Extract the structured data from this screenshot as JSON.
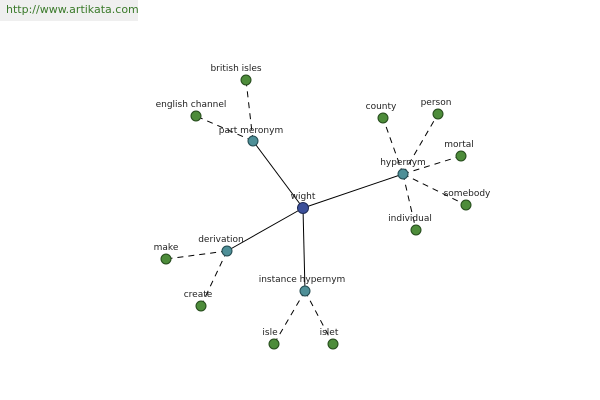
{
  "site_link": "http://www.artikata.com",
  "graph": {
    "root": "wight",
    "nodes": [
      {
        "id": "wight",
        "label": "wight",
        "kind": "root"
      },
      {
        "id": "part_meronym",
        "label": "part meronym",
        "kind": "relation"
      },
      {
        "id": "hypernym",
        "label": "hypernym",
        "kind": "relation"
      },
      {
        "id": "derivation",
        "label": "derivation",
        "kind": "relation"
      },
      {
        "id": "instance_hypernym",
        "label": "instance hypernym",
        "kind": "relation"
      },
      {
        "id": "british_isles",
        "label": "british isles",
        "kind": "leaf"
      },
      {
        "id": "english_channel",
        "label": "english channel",
        "kind": "leaf"
      },
      {
        "id": "county",
        "label": "county",
        "kind": "leaf"
      },
      {
        "id": "person",
        "label": "person",
        "kind": "leaf"
      },
      {
        "id": "mortal",
        "label": "mortal",
        "kind": "leaf"
      },
      {
        "id": "somebody",
        "label": "somebody",
        "kind": "leaf"
      },
      {
        "id": "individual",
        "label": "individual",
        "kind": "leaf"
      },
      {
        "id": "make",
        "label": "make",
        "kind": "leaf"
      },
      {
        "id": "create",
        "label": "create",
        "kind": "leaf"
      },
      {
        "id": "isle",
        "label": "isle",
        "kind": "leaf"
      },
      {
        "id": "islet",
        "label": "islet",
        "kind": "leaf"
      }
    ],
    "edges": [
      {
        "from": "wight",
        "to": "part_meronym",
        "style": "solid"
      },
      {
        "from": "wight",
        "to": "hypernym",
        "style": "solid"
      },
      {
        "from": "wight",
        "to": "derivation",
        "style": "solid"
      },
      {
        "from": "wight",
        "to": "instance_hypernym",
        "style": "solid"
      },
      {
        "from": "part_meronym",
        "to": "british_isles",
        "style": "dashed"
      },
      {
        "from": "part_meronym",
        "to": "english_channel",
        "style": "dashed"
      },
      {
        "from": "hypernym",
        "to": "county",
        "style": "dashed"
      },
      {
        "from": "hypernym",
        "to": "person",
        "style": "dashed"
      },
      {
        "from": "hypernym",
        "to": "mortal",
        "style": "dashed"
      },
      {
        "from": "hypernym",
        "to": "somebody",
        "style": "dashed"
      },
      {
        "from": "hypernym",
        "to": "individual",
        "style": "dashed"
      },
      {
        "from": "derivation",
        "to": "make",
        "style": "dashed"
      },
      {
        "from": "derivation",
        "to": "create",
        "style": "dashed"
      },
      {
        "from": "instance_hypernym",
        "to": "isle",
        "style": "dashed"
      },
      {
        "from": "instance_hypernym",
        "to": "islet",
        "style": "dashed"
      }
    ]
  },
  "colors": {
    "root": "#3b4f9a",
    "relation": "#4e8f97",
    "leaf": "#4d8c3a",
    "link_text": "#3a7a2a"
  }
}
